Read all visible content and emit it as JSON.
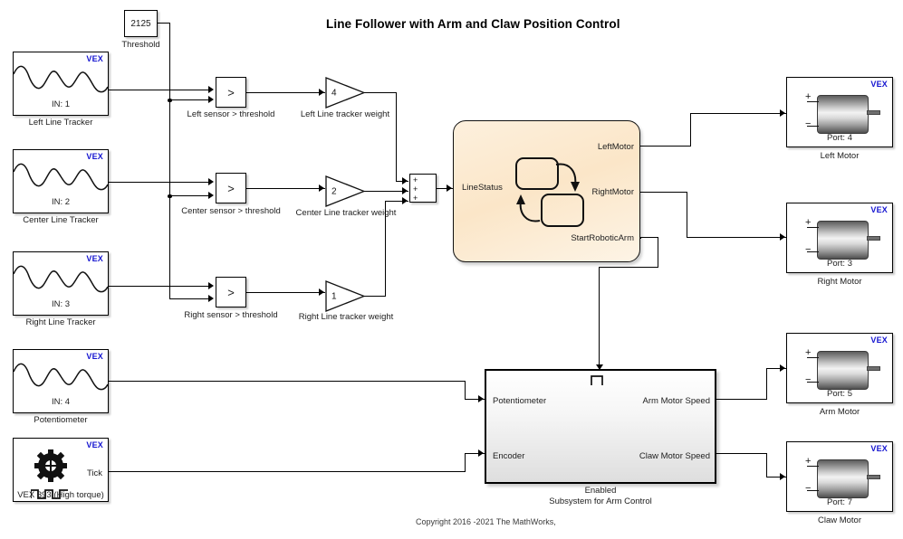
{
  "diagram": {
    "title": "Line Follower with Arm and Claw Position Control",
    "copyright": "Copyright 2016 -2021 The MathWorks,",
    "vendor_tag": "VEX"
  },
  "sources": [
    {
      "name": "Left Line Tracker",
      "port_text": "IN: 1",
      "vendor": "VEX"
    },
    {
      "name": "Center Line Tracker",
      "port_text": "IN: 2",
      "vendor": "VEX"
    },
    {
      "name": "Right Line Tracker",
      "port_text": "IN: 3",
      "vendor": "VEX"
    },
    {
      "name": "Potentiometer",
      "port_text": "IN: 4",
      "vendor": "VEX"
    }
  ],
  "encoder": {
    "name": "VEX 393 (High torque)",
    "output_label": "Tick",
    "vendor": "VEX"
  },
  "constant": {
    "value": "2125",
    "name": "Threshold"
  },
  "comparators": [
    {
      "operator": ">",
      "name": "Left sensor > threshold"
    },
    {
      "operator": ">",
      "name": "Center sensor > threshold"
    },
    {
      "operator": ">",
      "name": "Right sensor > threshold"
    }
  ],
  "gains": [
    {
      "value": "4",
      "name": "Left Line tracker weight"
    },
    {
      "value": "2",
      "name": "Center Line tracker weight"
    },
    {
      "value": "1",
      "name": "Right Line tracker weight"
    }
  ],
  "sum": {
    "signs": [
      "+",
      "+",
      "+"
    ]
  },
  "chart": {
    "input": "LineStatus",
    "outputs": [
      "LeftMotor",
      "RightMotor",
      "StartRoboticArm"
    ],
    "fill_color": "#fbe6c8"
  },
  "subsystem": {
    "inputs": [
      "Potentiometer",
      "Encoder"
    ],
    "outputs": [
      "Arm Motor Speed",
      "Claw Motor Speed"
    ],
    "caption_line1": "Enabled",
    "caption_line2": "Subsystem for Arm Control",
    "enable_symbol": "enable-port-icon"
  },
  "motors": [
    {
      "name": "Left Motor",
      "port_text": "Port: 4",
      "plus": "+",
      "minus": "−",
      "vendor": "VEX"
    },
    {
      "name": "Right Motor",
      "port_text": "Port: 3",
      "plus": "+",
      "minus": "−",
      "vendor": "VEX"
    },
    {
      "name": "Arm Motor",
      "port_text": "Port: 5",
      "plus": "+",
      "minus": "−",
      "vendor": "VEX"
    },
    {
      "name": "Claw Motor",
      "port_text": "Port: 7",
      "plus": "+",
      "minus": "−",
      "vendor": "VEX"
    }
  ]
}
